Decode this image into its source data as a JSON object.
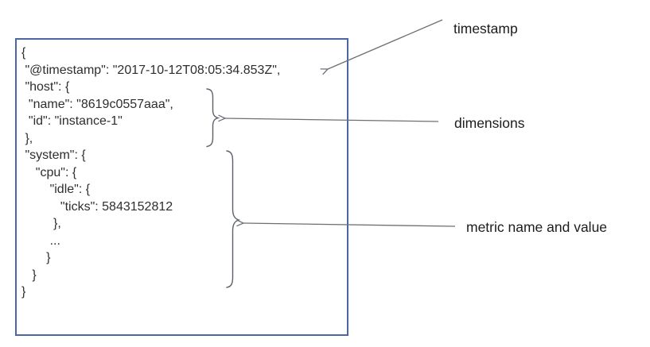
{
  "colors": {
    "box_border": "#4a67a3",
    "code_text": "#2e2e2e",
    "label_text": "#1c1c1c",
    "annotation_line": "#6b7077"
  },
  "document": {
    "timestamp_value": "2017-10-12T08:05:34.853Z",
    "host_name": "8619c0557aaa",
    "host_id": "instance-1",
    "metric_path": "system.cpu.idle.ticks",
    "metric_value": 5843152812
  },
  "code": {
    "lines": [
      "{",
      " \"@timestamp\": \"2017-10-12T08:05:34.853Z\",",
      " \"host\": {",
      "  \"name\": \"8619c0557aaa\",",
      "  \"id\": \"instance-1\"",
      " },",
      " \"system\": {",
      "    \"cpu\": {",
      "        \"idle\": {",
      "           \"ticks\": 5843152812",
      "         },",
      "        ...",
      "       }",
      "   }",
      "}"
    ]
  },
  "annotations": {
    "timestamp_label": "timestamp",
    "dimensions_label": "dimensions",
    "metric_label": "metric name and value"
  }
}
